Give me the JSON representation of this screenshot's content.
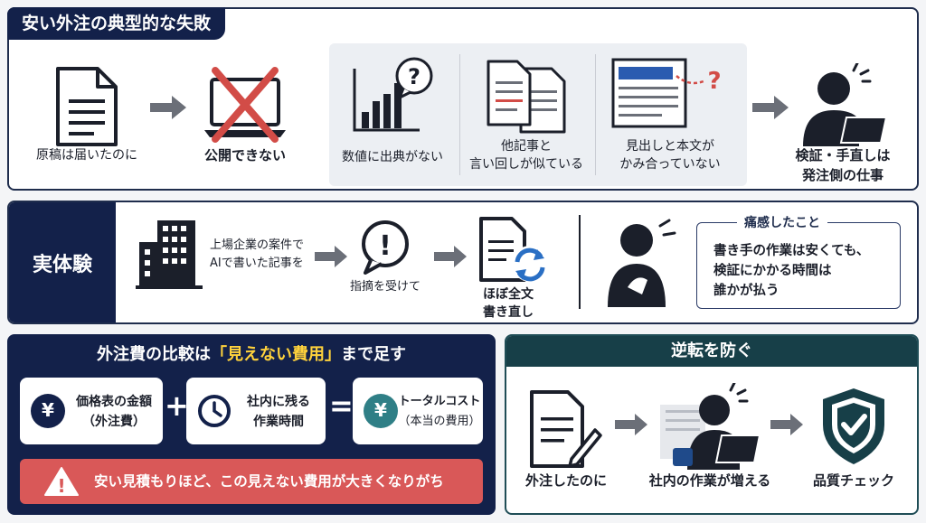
{
  "section1": {
    "title": "安い外注の典型的な失敗",
    "steps": [
      "原稿は届いたのに",
      "公開できない"
    ],
    "issues": [
      {
        "line1": "数値に出典がない",
        "line2": ""
      },
      {
        "line1": "他記事と",
        "line2": "言い回しが似ている"
      },
      {
        "line1": "見出しと本文が",
        "line2": "かみ合っていない"
      }
    ],
    "result": {
      "line1": "検証・手直しは",
      "line2": "発注側の仕事"
    }
  },
  "section2": {
    "title": "実体験",
    "step1": {
      "line1": "上場企業の案件で",
      "line2": "AIで書いた記事を"
    },
    "step2": "指摘を受けて",
    "step3": {
      "line1": "ほぼ全文",
      "line2": "書き直し"
    },
    "pain": {
      "title": "痛感したこと",
      "line1": "書き手の作業は安くても、",
      "line2": "検証にかかる時間は",
      "line3": "誰かが払う"
    }
  },
  "section3": {
    "title_pre": "外注費の比較は",
    "title_highlight": "「見えない費用」",
    "title_post": "まで足す",
    "box1": {
      "line1": "価格表の金額",
      "line2": "（外注費）",
      "symbol": "¥"
    },
    "plus": "+",
    "box2": {
      "line1": "社内に残る",
      "line2": "作業時間"
    },
    "equals": "=",
    "box3": {
      "line1": "トータルコスト",
      "line2": "（本当の費用）",
      "symbol": "¥"
    },
    "warning": "安い見積もりほど、この見えない費用が大きくなりがち",
    "warning_symbol": "!"
  },
  "section4": {
    "title": "逆転を防ぐ",
    "steps": [
      "外注したのに",
      "社内の作業が増える",
      "品質チェック"
    ]
  },
  "icon_marks": {
    "question": "?",
    "exclaim": "!"
  },
  "colors": {
    "navy": "#13214a",
    "teal": "#173f48",
    "red": "#d95858",
    "yellow": "#ffd23c",
    "green": "#2f7f86",
    "blue": "#2a5bb0"
  }
}
